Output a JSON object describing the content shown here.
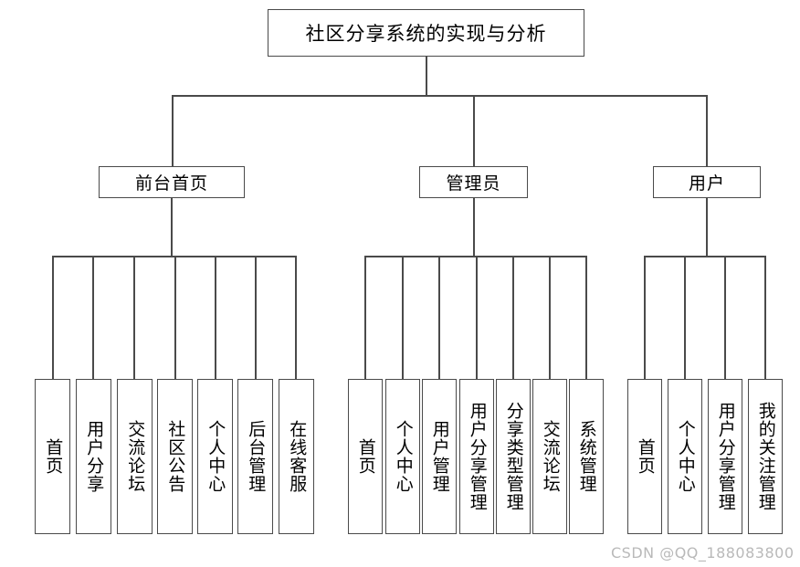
{
  "diagram": {
    "type": "tree-hierarchy",
    "title": "社区分享系统的实现与分析",
    "root": {
      "label": "社区分享系统的实现与分析"
    },
    "branches": [
      {
        "label": "前台首页",
        "children": [
          "首页",
          "用户分享",
          "交流论坛",
          "社区公告",
          "个人中心",
          "后台管理",
          "在线客服"
        ]
      },
      {
        "label": "管理员",
        "children": [
          "首页",
          "个人中心",
          "用户管理",
          "用户分享管理",
          "分享类型管理",
          "交流论坛",
          "系统管理"
        ]
      },
      {
        "label": "用户",
        "children": [
          "首页",
          "个人中心",
          "用户分享管理",
          "我的关注管理"
        ]
      }
    ]
  },
  "watermark": {
    "text": "CSDN @QQ_188083800"
  },
  "colors": {
    "stroke": "#4a4a4a",
    "text": "#000000",
    "background": "#ffffff",
    "watermark": "#b9b9b9"
  }
}
